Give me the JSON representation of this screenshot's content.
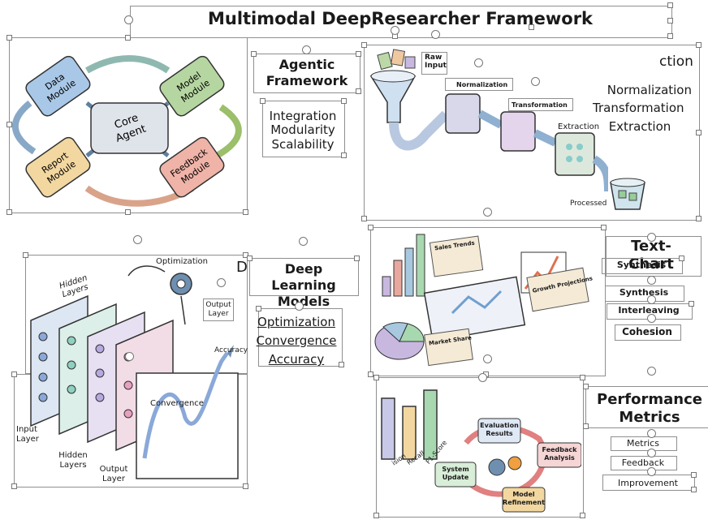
{
  "title": "Multimodal DeepResearcher Framework",
  "agentic": {
    "heading": "Agentic Framework",
    "items": [
      "Integration",
      "Modularity",
      "Scalability"
    ],
    "modules": {
      "core": "Core Agent",
      "data": "Data Module",
      "model": "Model Module",
      "report": "Report Module",
      "feedback": "Feedback Module"
    }
  },
  "pipeline": {
    "heading_fragment": "ction",
    "items": [
      "Normalization",
      "Transformation",
      "Extraction"
    ],
    "labels": {
      "raw_input": "Raw Input",
      "normalization": "Normalization",
      "transformation": "Transformation",
      "extraction": "Extraction",
      "processed": "Processed"
    }
  },
  "deep_learning": {
    "heading": "Deep Learning Models",
    "heading_prefix": "D",
    "items": [
      "Optimization",
      "Convergence",
      "Accuracy"
    ],
    "labels": {
      "optimization": "Optimization",
      "hidden_layers_top": "Hidden Layers",
      "output_layer_top": "Output Layer",
      "accuracy": "Accuracy",
      "convergence": "Convergence",
      "input_layer": "Input Layer",
      "hidden_layers_bottom": "Hidden Layers",
      "output_layer_bottom": "Output Layer"
    }
  },
  "text_chart": {
    "heading": "Text-Chart",
    "items": [
      "Synthesis",
      "Synthesis",
      "Interleaving",
      "Cohesion"
    ],
    "labels": {
      "sales_trends": "Sales Trends",
      "growth_projections": "Growth Projections",
      "market_share": "Market Share"
    }
  },
  "performance": {
    "heading": "Performance Metrics",
    "items": [
      "Metrics",
      "Feedback",
      "Improvement"
    ],
    "cycle": {
      "evaluation": "Evaluation Results",
      "feedback": "Feedback Analysis",
      "refinement": "Model Refinement",
      "system_update": "System Update"
    },
    "bars": [
      "ision",
      "Recall",
      "F1-Score"
    ]
  }
}
